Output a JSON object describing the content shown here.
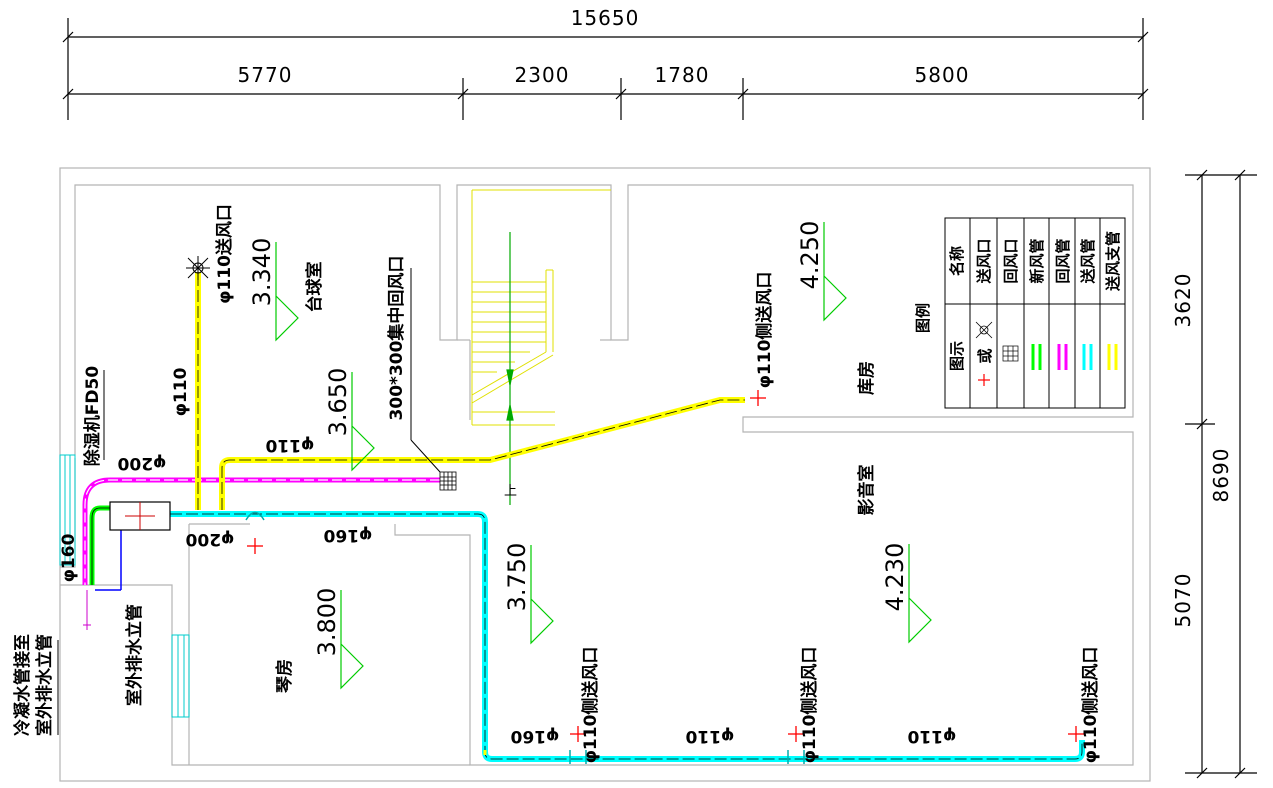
{
  "dimensions": {
    "top_total": "15650",
    "top_segments": [
      "5770",
      "2300",
      "1780",
      "5800"
    ],
    "right_total": "8690",
    "right_segments": [
      "3620",
      "5070"
    ]
  },
  "rooms": {
    "billiards": "台球室",
    "storage": "库房",
    "cinema": "影音室",
    "piano": "琴房"
  },
  "elevations": {
    "billiards": "3.340",
    "corridor": "3.650",
    "storage": "4.250",
    "piano": "3.800",
    "hall": "3.750",
    "cinema": "4.230"
  },
  "labels": {
    "dehumidifier": "除湿机FD50",
    "supply_outlet_top": "φ110送风口",
    "pipe_vertical": "φ110",
    "pipe_corridor": "φ110",
    "return_grille": "300*300集中回风口",
    "side_supply_storage": "φ110侧送风口",
    "pipe_200_top": "φ200",
    "pipe_200_bottom": "φ200",
    "pipe_160_mid": "φ160",
    "pipe_160_left": "φ160",
    "condensate_1": "冷凝水管接至",
    "condensate_2": "室外排水立管",
    "pipe_160_bottom": "φ160",
    "side_supply_1": "φ110侧送风口",
    "pipe_110_b1": "φ110",
    "side_supply_2": "φ110侧送风口",
    "pipe_110_b2": "φ110",
    "side_supply_3": "φ110侧送风口",
    "stair_mark": "上"
  },
  "legend": {
    "title": "图例",
    "header_symbol": "图示",
    "header_name": "名称",
    "or_text": "或",
    "rows": [
      {
        "name": "送风口",
        "symbol": "supply-outlet"
      },
      {
        "name": "回风口",
        "symbol": "return-grille"
      },
      {
        "name": "新风管",
        "color": "#00ff00"
      },
      {
        "name": "回风管",
        "color": "#ff00ff"
      },
      {
        "name": "送风管",
        "color": "#00ffff"
      },
      {
        "name": "送风支管",
        "color": "#ffff00"
      }
    ]
  },
  "colors": {
    "fresh_air": "#00ff00",
    "return_air": "#ff00ff",
    "supply_air": "#00ffff",
    "supply_branch": "#ffff00",
    "wall": "#b4b4b4",
    "elevation_mark": "#00cc00",
    "outlet_mark": "#ff0000",
    "drain": "#0000ff"
  }
}
